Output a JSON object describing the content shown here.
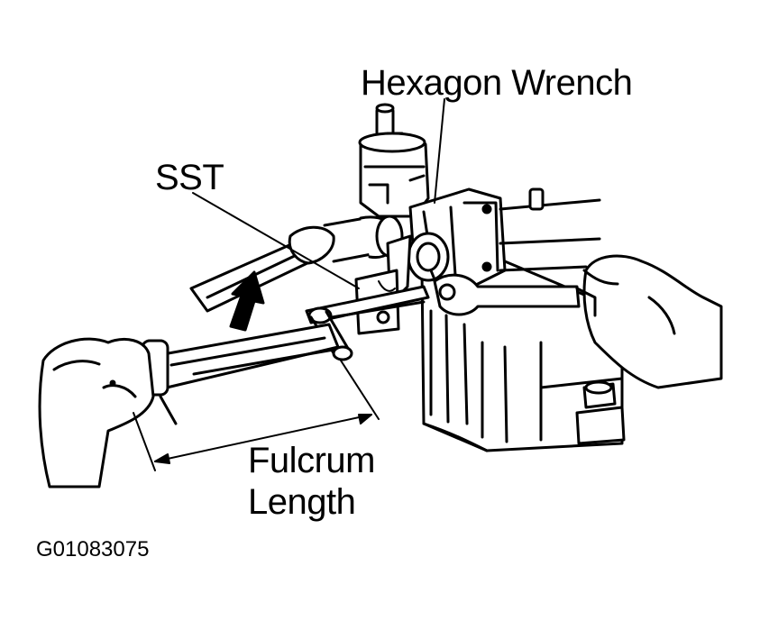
{
  "labels": {
    "hexagon_wrench": "Hexagon Wrench",
    "sst": "SST",
    "fulcrum_line1": "Fulcrum",
    "fulcrum_line2": "Length",
    "figure_id": "G01083075"
  },
  "colors": {
    "ink": "#000000",
    "paper": "#ffffff"
  }
}
